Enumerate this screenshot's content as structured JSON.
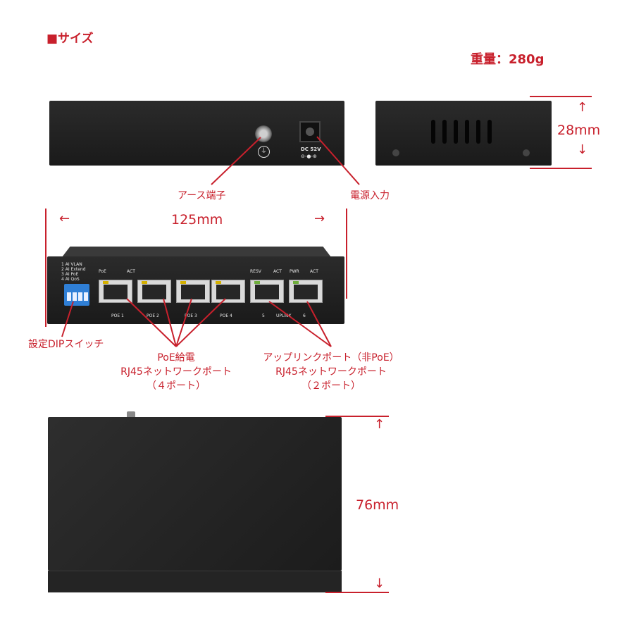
{
  "title": "■サイズ",
  "weight": "重量：280g",
  "dimensions": {
    "width": "125mm",
    "height": "28mm",
    "depth": "76mm"
  },
  "arrows": {
    "left": "←",
    "right": "→",
    "up": "↑",
    "down": "↓"
  },
  "callouts": {
    "earth": "アース端子",
    "power": "電源入力",
    "dip": "設定DIPスイッチ",
    "poe_line1": "PoE給電",
    "poe_line2": "RJ45ネットワークポート",
    "poe_line3": "（４ポート）",
    "uplink_line1": "アップリンクポート（非PoE）",
    "uplink_line2": "RJ45ネットワークポート",
    "uplink_line3": "（２ポート）"
  },
  "device_labels": {
    "dc": "DC 52V",
    "dip_legend": [
      "1 AI VLAN",
      "2 AI Extend",
      "3 AI PoE",
      "4 AI QoS"
    ],
    "top_row": [
      "PoE",
      "ACT",
      "RESV",
      "ACT",
      "PWR",
      "ACT"
    ],
    "bottom_row": [
      "POE 1",
      "POE 2",
      "POE 3",
      "POE 4",
      "5",
      "UPLINK",
      "6"
    ]
  },
  "colors": {
    "accent": "#c8202c",
    "device": "#232323"
  }
}
